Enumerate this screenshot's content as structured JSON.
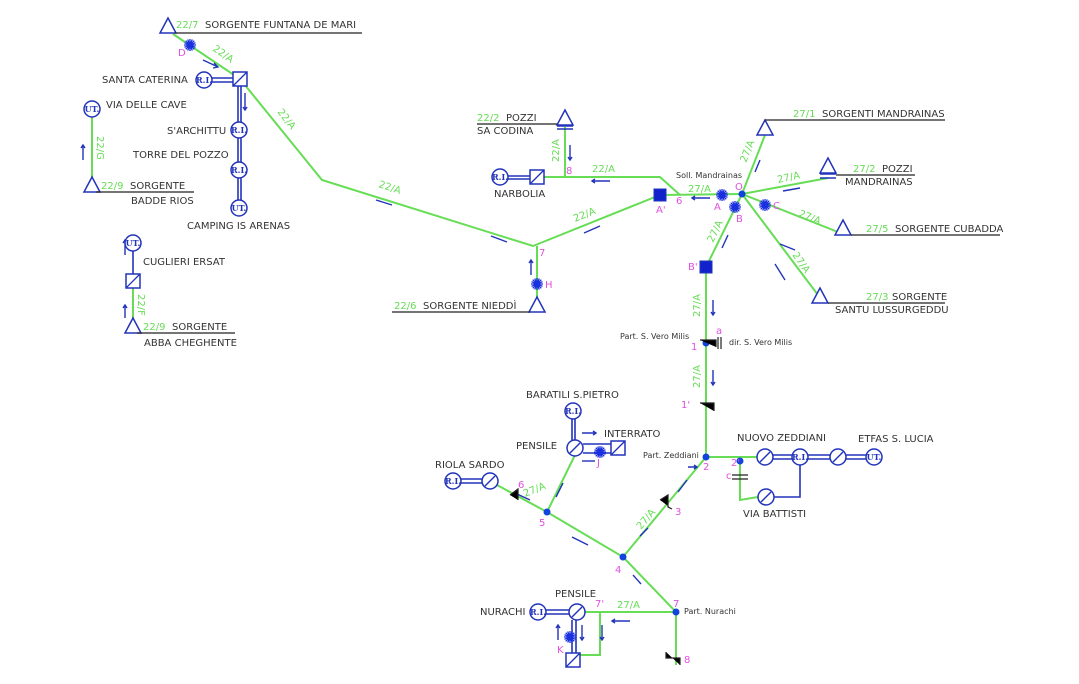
{
  "sources": {
    "s22_7": {
      "code": "22/7",
      "name": "SORGENTE FUNTANA DE MARI"
    },
    "s22_9a": {
      "code": "22/9",
      "name1": "SORGENTE",
      "name2": "BADDE RIOS"
    },
    "s22_9b": {
      "code": "22/9",
      "name1": "SORGENTE",
      "name2": "ABBA CHEGHENTE"
    },
    "s22_2": {
      "code": "22/2",
      "name1": "POZZI",
      "name2": "SA CODINA"
    },
    "s22_6": {
      "code": "22/6",
      "name": "SORGENTE NIEDDÌ"
    },
    "s27_1": {
      "code": "27/1",
      "name": "SORGENTI MANDRAINAS"
    },
    "s27_2": {
      "code": "27/2",
      "name1": "POZZI",
      "name2": "MANDRAINAS"
    },
    "s27_5": {
      "code": "27/5",
      "name": "SORGENTE CUBADDA"
    },
    "s27_3": {
      "code": "27/3",
      "name1": "SORGENTE",
      "name2": "SANTU LUSSURGEDDU"
    }
  },
  "places": {
    "santa_caterina": "SANTA CATERINA",
    "via_delle_cave": "VIA DELLE CAVE",
    "sarchittu": "S'ARCHITTU",
    "torre_del_pozzo": "TORRE DEL POZZO",
    "camping": "CAMPING IS ARENAS",
    "cuglieri": "CUGLIERI ERSAT",
    "narbolia": "NARBOLIA",
    "soll_mandrainas": "Soll. Mandrainas",
    "part_vero_milis": "Part. S. Vero Milis",
    "dir_vero_milis": "dir. S. Vero Milis",
    "baratili": "BARATILI S.PIETRO",
    "interrato": "INTERRATO",
    "pensile": "PENSILE",
    "riola": "RIOLA SARDO",
    "part_zeddiani": "Part. Zeddiani",
    "nuovo_zeddiani": "NUOVO  ZEDDIANI",
    "etfas": "ETFAS S. LUCIA",
    "via_battisti": "VIA BATTISTI",
    "nurachi": "NURACHI",
    "part_nurachi": "Part. Nurachi"
  },
  "pipes": {
    "a22": "22/A",
    "a27": "27/A",
    "g22": "22/G",
    "f22": "22/F"
  },
  "symbols": {
    "ri": "R.I.",
    "ut": "UT."
  },
  "markers": {
    "D": "D",
    "H": "H",
    "A": "A",
    "Ap": "A'",
    "B": "B",
    "Bp": "B'",
    "C": "C",
    "O": "O",
    "J": "J",
    "K": "K",
    "c": "c",
    "a": "a",
    "n1": "1",
    "n1p": "1'",
    "n2": "2",
    "n2p": "2'",
    "n3": "3",
    "n4": "4",
    "n5": "5",
    "n6": "6",
    "n7": "7",
    "n7p": "7'",
    "n8": "8"
  },
  "colors": {
    "pipe": "#66dd55",
    "equipment": "#2233bb",
    "markers": "#e050e0",
    "text": "#333333"
  }
}
